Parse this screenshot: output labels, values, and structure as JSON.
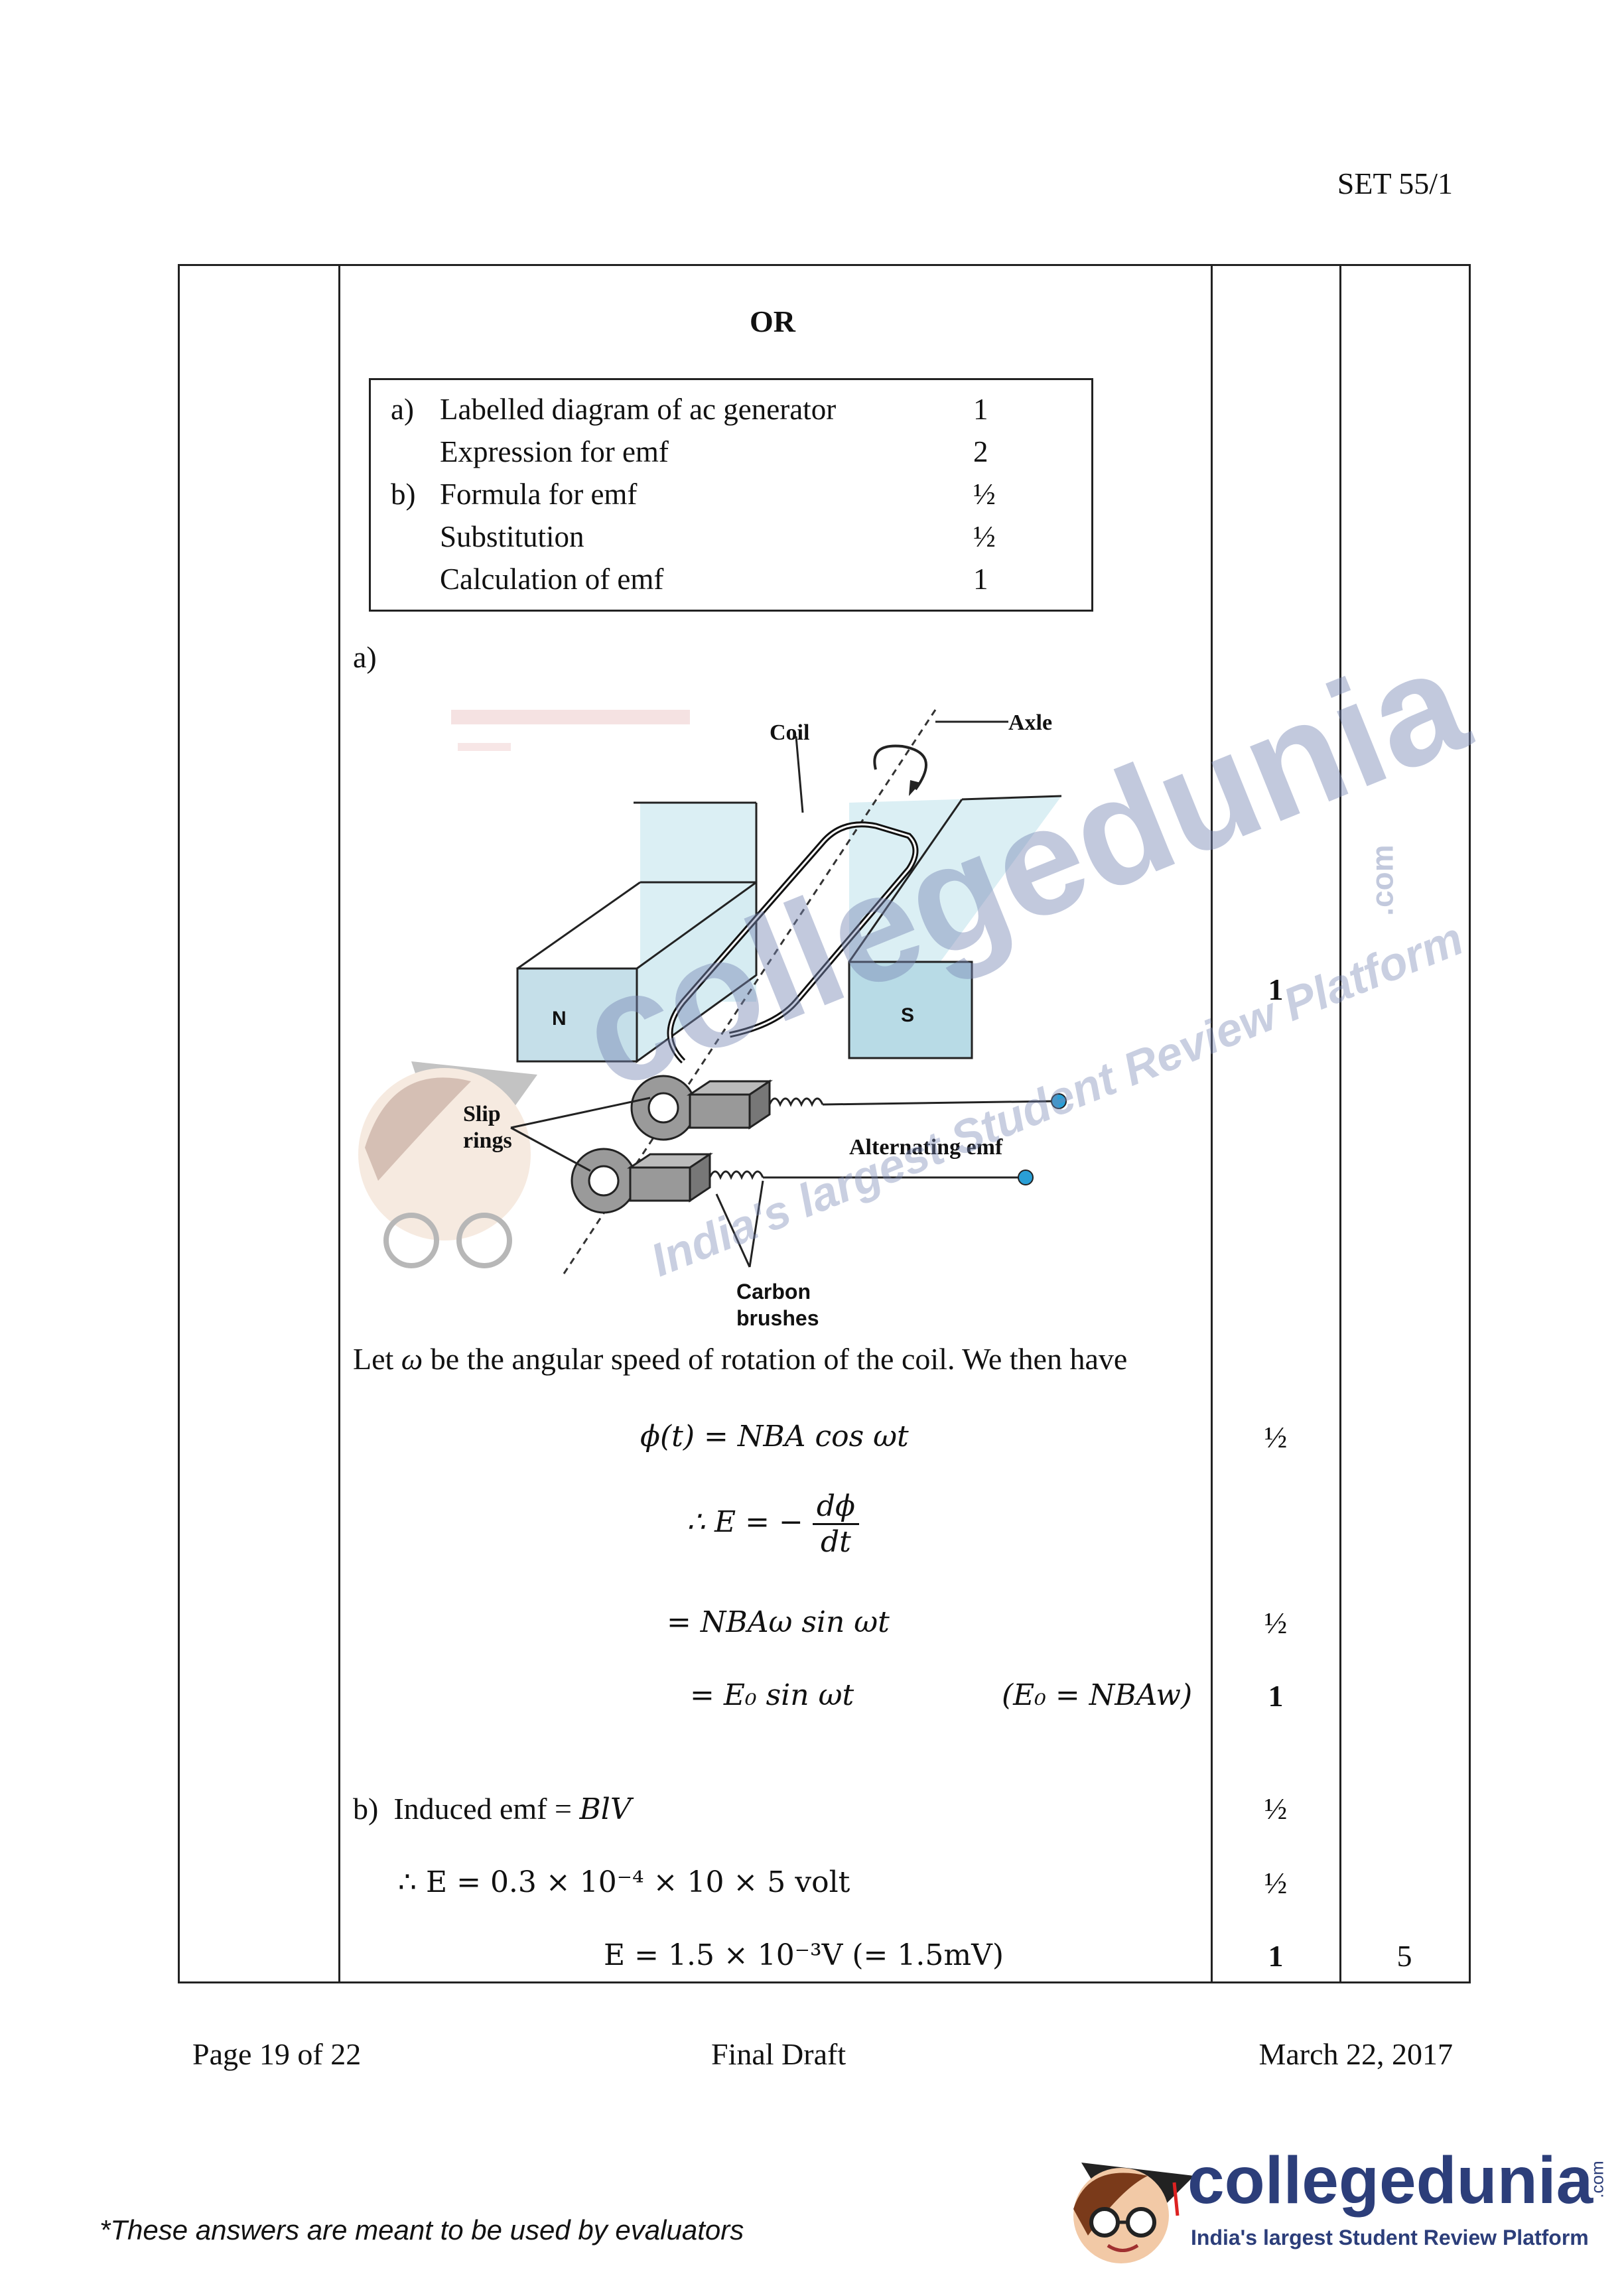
{
  "header": {
    "set_code": "SET 55/1"
  },
  "question": {
    "or_label": "OR",
    "scheme": [
      {
        "prefix": "a)",
        "text": "Labelled diagram of ac generator",
        "marks": "1"
      },
      {
        "prefix": "",
        "text": "Expression for emf",
        "marks": "2"
      },
      {
        "prefix": "b)",
        "text": "Formula for emf",
        "marks": "½"
      },
      {
        "prefix": "",
        "text": "Substitution",
        "marks": "½"
      },
      {
        "prefix": "",
        "text": "Calculation of emf",
        "marks": "1"
      }
    ],
    "part_a_label": "a)",
    "diagram": {
      "labels": {
        "coil": "Coil",
        "axle": "Axle",
        "north": "N",
        "south": "S",
        "slip": "Slip",
        "rings": "rings",
        "alternating_emf": "Alternating emf",
        "carbon": "Carbon",
        "brushes": "brushes"
      },
      "mark": "1"
    },
    "intro_pre": "Let ",
    "intro_omega": "ω",
    "intro_post": " be the angular speed of rotation of the coil. We then have",
    "eq1": "ϕ(t) = NBA cos ωt",
    "eq1_mark": "½",
    "eq2_prefix": "∴  E = −",
    "eq2_num": "dϕ",
    "eq2_den": "dt",
    "eq3": "= NBAω sin ωt",
    "eq3_mark": "½",
    "eq4": "= E₀ sin ωt",
    "eq4_note": "(E₀ = NBAw)",
    "eq4_mark": "1",
    "part_b_label": "b)",
    "part_b_text": "Induced emf = ",
    "part_b_formula": "BlV",
    "part_b_mark": "½",
    "sub_eq": "∴ E = 0.3 × 10⁻⁴ × 10 × 5 volt",
    "sub_mark": "½",
    "result_eq": "E = 1.5 × 10⁻³V  (= 1.5mV)",
    "result_mark": "1",
    "total_marks": "5"
  },
  "footer": {
    "page": "Page 19 of 22",
    "status": "Final Draft",
    "date": "March 22, 2017",
    "disclaimer": "*These answers are meant to be used by evaluators"
  },
  "watermark": {
    "brand": "collegedunia",
    "com": ".com",
    "tagline": "India's largest Student Review Platform"
  },
  "logo": {
    "brand": "collegedunia",
    "com": ".com",
    "tagline": "India's largest Student Review Platform"
  },
  "colors": {
    "brand_blue": "#2c3e7a",
    "watermark": "#7887b4",
    "magnet_fill": "#cfe7ef",
    "terminal": "#2a9fd6"
  }
}
